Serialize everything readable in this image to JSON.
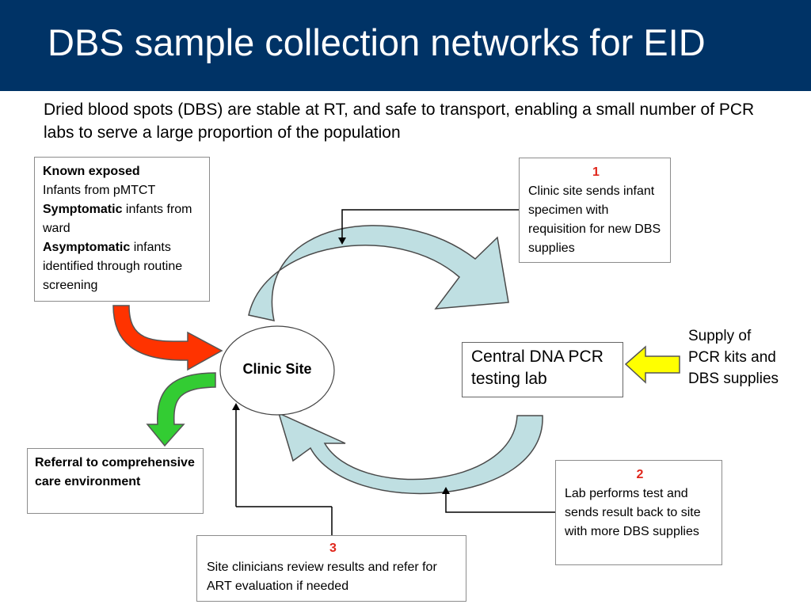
{
  "header": {
    "title": "DBS sample collection networks for EID",
    "subtitle": "Dried blood spots (DBS) are stable at RT, and safe to transport, enabling a small number of PCR labs to serve a large proportion of the population"
  },
  "sources": {
    "known_exposed_label": "Known exposed",
    "known_exposed_detail": "Infants from pMTCT",
    "symptomatic_label": "Symptomatic",
    "symptomatic_detail": " infants from ward",
    "asymptomatic_label": "Asymptomatic",
    "asymptomatic_detail": " infants identified through routine screening"
  },
  "nodes": {
    "clinic_site": "Clinic Site",
    "central_lab": "Central DNA PCR testing lab",
    "supply_note": "Supply of PCR kits and DBS supplies",
    "referral": "Referral to comprehensive care environment"
  },
  "steps": [
    {
      "number": "1",
      "text": "Clinic site sends infant specimen with requisition for new DBS supplies"
    },
    {
      "number": "2",
      "text": "Lab performs test and sends result back to site with more DBS supplies"
    },
    {
      "number": "3",
      "text": "Site clinicians review results and refer for ART evaluation  if needed"
    }
  ],
  "colors": {
    "header_background": "#003366",
    "cycle_arrow_fill": "#bfdfe2",
    "input_arrow_fill": "#ff3300",
    "output_arrow_fill": "#33cc33",
    "supply_arrow_fill": "#ffff00",
    "step_number": "#e0261b"
  }
}
